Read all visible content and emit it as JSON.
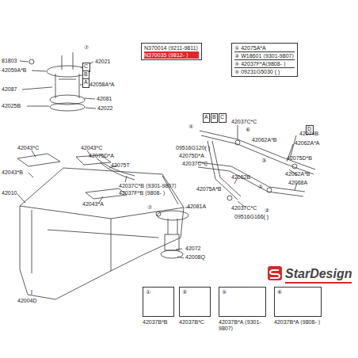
{
  "diagram": {
    "nodes": [
      {
        "text": [
          "N370014 ⟨9211-9811⟩",
          "N370035 ⟨9812- ⟩"
        ]
      },
      {
        "text": [
          "① 42075A*A",
          "② W18601 ⟨9301-9807⟩",
          "④ 42037F*A⟨9808- ⟩",
          "⑤ 09231G5030 ( )"
        ]
      },
      {
        "text": [
          "C"
        ]
      },
      {
        "text": [
          "B"
        ]
      },
      {
        "text": [
          "A"
        ]
      },
      {
        "text": [
          "A"
        ]
      },
      {
        "text": [
          "B"
        ]
      },
      {
        "text": [
          "C"
        ]
      },
      {
        "text": [
          "D"
        ]
      },
      {
        "text": [
          "①"
        ]
      },
      {
        "text": [
          "②"
        ]
      },
      {
        "text": [
          "⑤"
        ]
      },
      {
        "text": [
          "⑥"
        ]
      }
    ],
    "labels": [
      "81803",
      "⑦",
      "42021",
      "42059A*B",
      "42087",
      "42058A*A",
      "42081",
      "42025B",
      "42022",
      "42043*C",
      "42043*C",
      "42075D*A",
      "42043*B",
      "42075T",
      "42037C*B ⟨9301-9807⟩",
      "42037F*B ⟨9808- ⟩",
      "42010",
      "42043*A",
      "⑦",
      "42081A",
      "42072",
      "42008Q",
      "42004D",
      "④",
      "42037C*C",
      "09516G120( )",
      "42075D*A",
      "42037C*C",
      "42075A*B",
      "42062B",
      "42074B",
      "42062A*B",
      "42062A*A",
      "42075D*B",
      "42062A*B",
      "42068A",
      "42037C*C",
      "09516G166( )",
      "③",
      "①",
      "②",
      "⑥",
      "42037B*B",
      "42037B*C",
      "42037B*A ⟨9301-9807⟩",
      "42037B*A ⟨9808- ⟩",
      "StarDesign"
    ]
  }
}
